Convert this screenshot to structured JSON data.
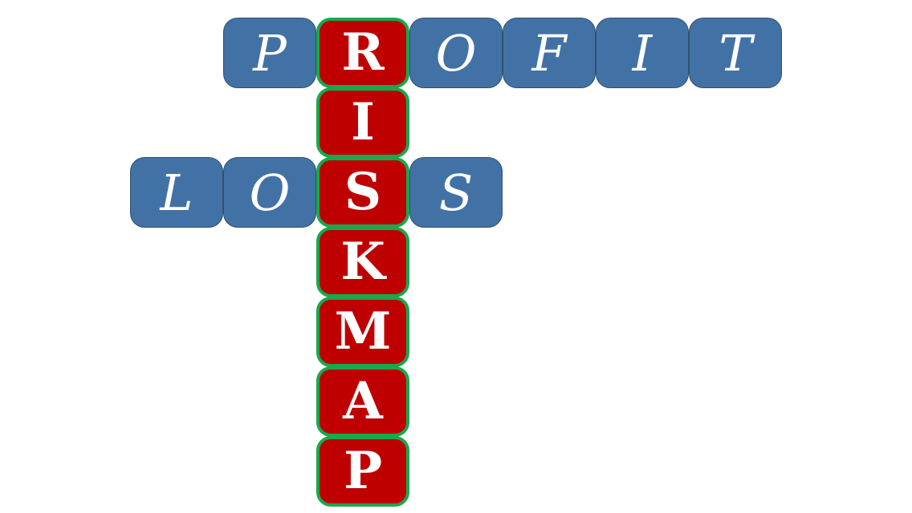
{
  "colors": {
    "blue_tile": "#4272a5",
    "red_tile": "#be0000",
    "red_tile_border": "#18a84e",
    "letter": "#ffffff"
  },
  "vertical_word": {
    "word": "RISKMAP",
    "letters": [
      "R",
      "I",
      "S",
      "K",
      "M",
      "A",
      "P"
    ]
  },
  "across_profit": {
    "letters": [
      "P",
      "O",
      "F",
      "I",
      "T"
    ]
  },
  "across_loss": {
    "letters": [
      "L",
      "O",
      "S"
    ]
  }
}
